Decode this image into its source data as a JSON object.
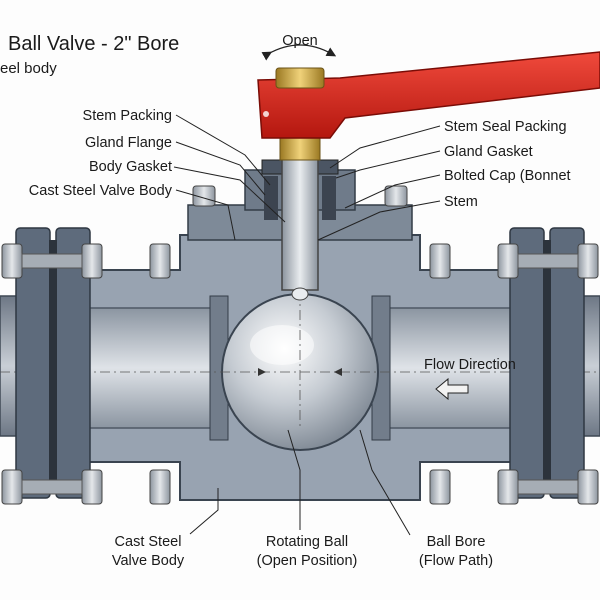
{
  "header": {
    "title": "Ball Valve - 2\" Bore",
    "subtitle": "eel body"
  },
  "handle_label": "Open",
  "labels_left": {
    "stem_packing": "Stem Packing",
    "gland_flange": "Gland Flange",
    "body_gasket": "Body Gasket",
    "cast_steel_valve_body": "Cast Steel Valve Body"
  },
  "labels_right": {
    "stem_seal_packing": "Stem Seal Packing",
    "gland_gasket": "Gland Gasket",
    "bolted_cap": "Bolted Cap (Bonnet",
    "stem": "Stem"
  },
  "flow_label": "Flow Direction",
  "bottom_labels": {
    "body_line1": "Cast Steel",
    "body_line2": "Valve Body",
    "ball_line1": "Rotating Ball",
    "ball_line2": "(Open Position)",
    "bore_line1": "Ball Bore",
    "bore_line2": "(Flow Path)"
  },
  "colors": {
    "handle": "#d9231f",
    "body": "#8d99a8",
    "flange": "#5e6b7c",
    "bolt": "#b9c0c8",
    "brass": "#c9a33a",
    "pipe": "#9aa4b0"
  }
}
